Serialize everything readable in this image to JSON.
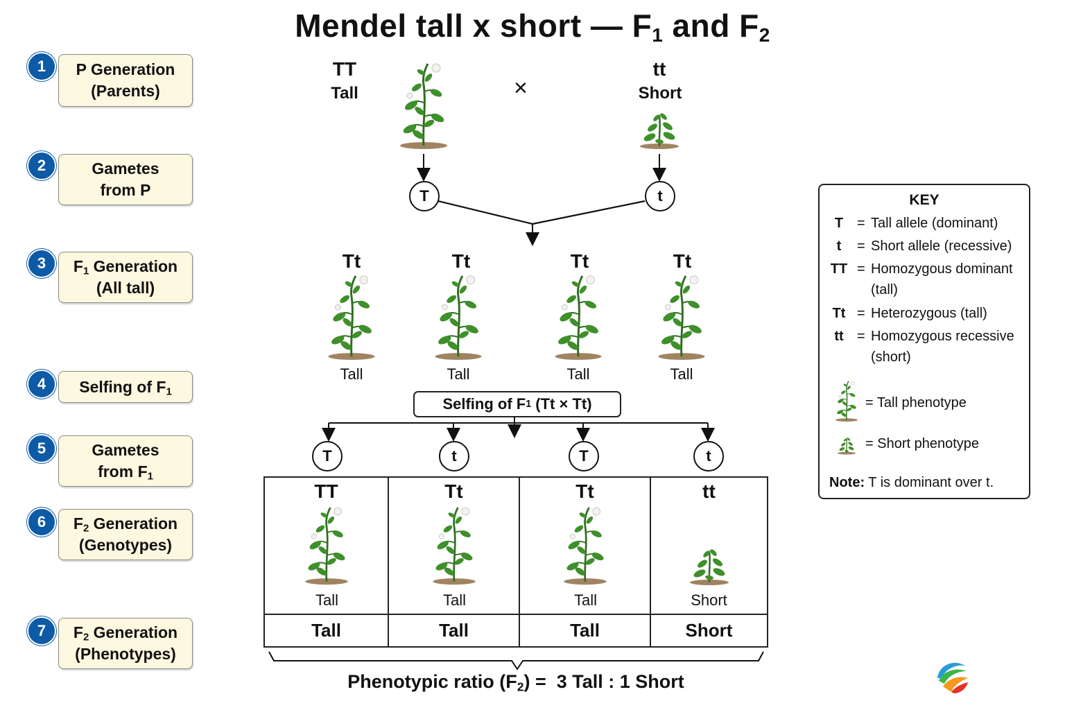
{
  "title": {
    "main": "Mendel tall x short — F",
    "sub1": "1",
    "mid": " and F",
    "sub2": "2"
  },
  "steps": [
    {
      "num": "1",
      "line1": "P Generation",
      "line2": "(Parents)"
    },
    {
      "num": "2",
      "line1": "Gametes",
      "line2": "from P"
    },
    {
      "num": "3",
      "line1a": "F",
      "line1sub": "1",
      "line1b": " Generation",
      "line2": "(All tall)"
    },
    {
      "num": "4",
      "line1a": "Selfing of F",
      "line1sub": "1"
    },
    {
      "num": "5",
      "line1": "Gametes",
      "line2a": "from F",
      "line2sub": "1"
    },
    {
      "num": "6",
      "line1a": "F",
      "line1sub": "2",
      "line1b": " Generation",
      "line2": "(Genotypes)"
    },
    {
      "num": "7",
      "line1a": "F",
      "line1sub": "2",
      "line1b": " Generation",
      "line2": "(Phenotypes)"
    }
  ],
  "parents": {
    "left": {
      "genotype": "TT",
      "phenotype": "Tall"
    },
    "right": {
      "genotype": "tt",
      "phenotype": "Short"
    },
    "cross_symbol": "×"
  },
  "p_gametes": [
    "T",
    "t"
  ],
  "f1": [
    {
      "genotype": "Tt",
      "phenotype": "Tall"
    },
    {
      "genotype": "Tt",
      "phenotype": "Tall"
    },
    {
      "genotype": "Tt",
      "phenotype": "Tall"
    },
    {
      "genotype": "Tt",
      "phenotype": "Tall"
    }
  ],
  "selfing_label": {
    "a": "Selfing of F",
    "sub": "1",
    "b": " (Tt × Tt)"
  },
  "f1_gametes": [
    "T",
    "t",
    "T",
    "t"
  ],
  "f2": [
    {
      "genotype": "TT",
      "phenotype": "Tall",
      "row": "Tall",
      "plant": "tall"
    },
    {
      "genotype": "Tt",
      "phenotype": "Tall",
      "row": "Tall",
      "plant": "tall"
    },
    {
      "genotype": "Tt",
      "phenotype": "Tall",
      "row": "Tall",
      "plant": "tall"
    },
    {
      "genotype": "tt",
      "phenotype": "Short",
      "row": "Short",
      "plant": "short"
    }
  ],
  "ratio": {
    "a": "Phenotypic ratio (F",
    "sub": "2",
    "b": ") =  3 Tall : 1 Short"
  },
  "key": {
    "title": "KEY",
    "rows": [
      {
        "symbol": "T",
        "desc": "Tall allele (dominant)"
      },
      {
        "symbol": "t",
        "desc": "Short allele (recessive)"
      },
      {
        "symbol": "TT",
        "desc": "Homozygous dominant (tall)"
      },
      {
        "symbol": "Tt",
        "desc": "Heterozygous (tall)"
      },
      {
        "symbol": "tt",
        "desc": "Homozygous recessive (short)"
      }
    ],
    "tall_phenotype": "Tall phenotype",
    "short_phenotype": "Short phenotype",
    "equals": "=",
    "note_label": "Note:",
    "note_text": " T is dominant over t."
  },
  "colors": {
    "step_blue": "#0d5aa7",
    "box_fill": "#fdf8e0",
    "leaf": "#3f8f2a",
    "soil": "#a08462"
  }
}
